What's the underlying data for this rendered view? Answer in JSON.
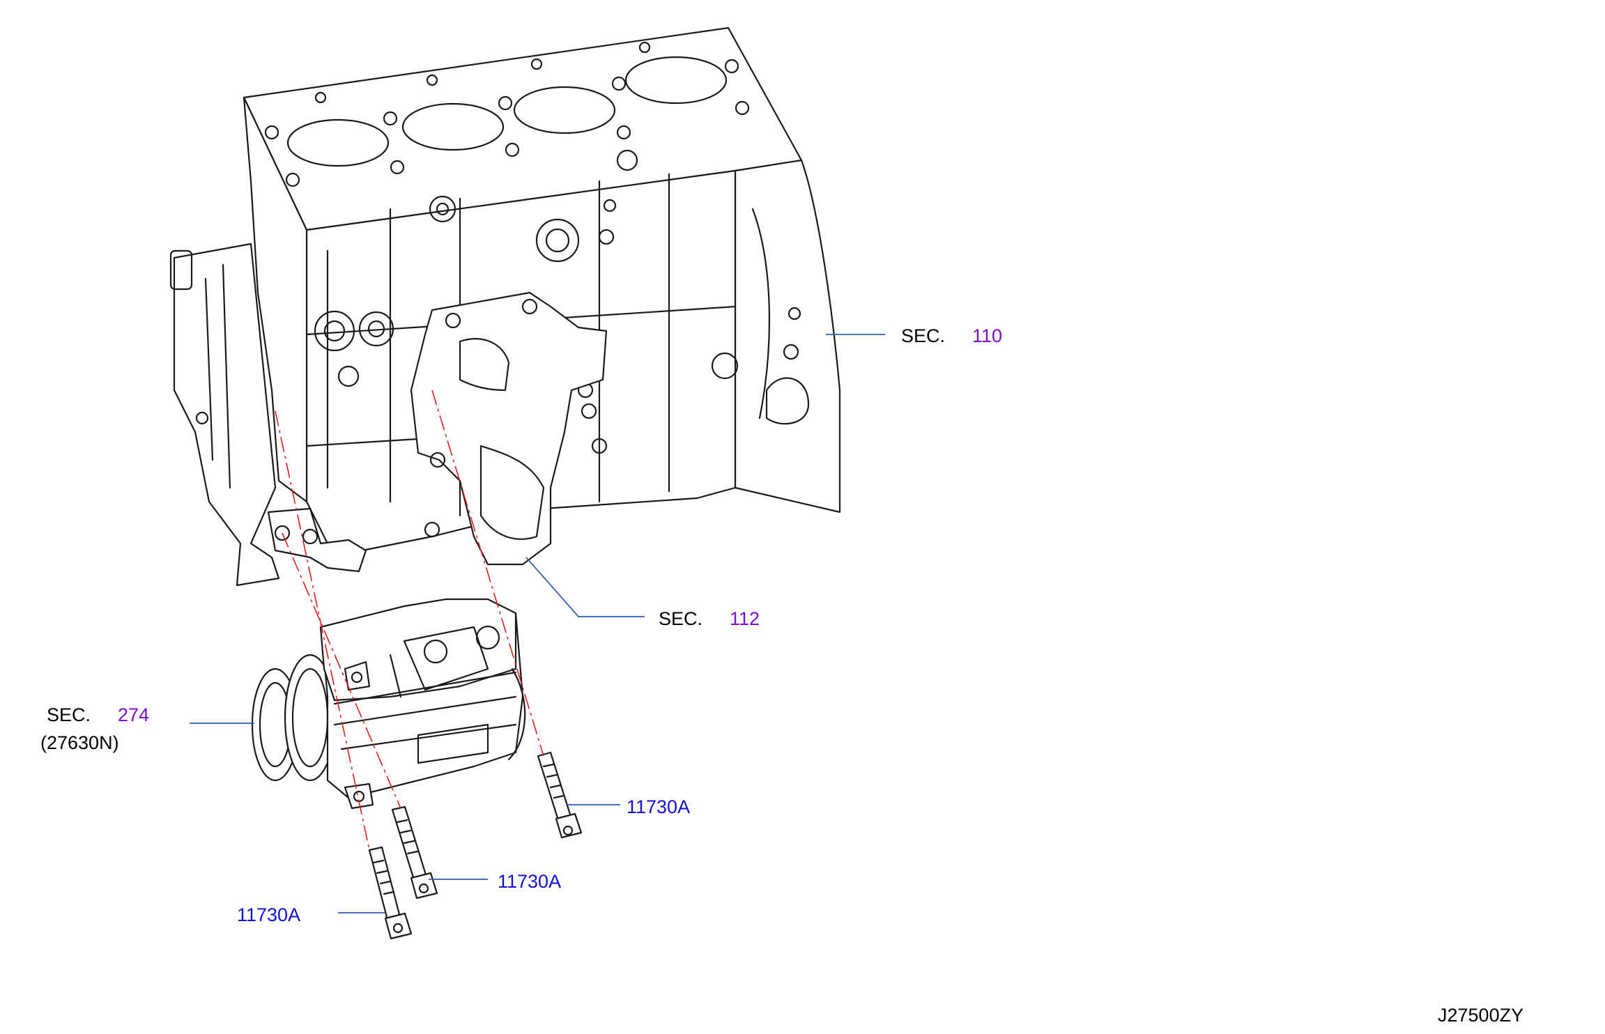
{
  "diagram_code": "J27500ZY",
  "callouts": {
    "block": {
      "prefix": "SEC.",
      "number": "110"
    },
    "bracket": {
      "prefix": "SEC.",
      "number": "112"
    },
    "compressor": {
      "prefix": "SEC.",
      "number": "274",
      "part_no": "(27630N)"
    },
    "bolt_right": {
      "part_no": "11730A"
    },
    "bolt_middle": {
      "part_no": "11730A"
    },
    "bolt_left": {
      "part_no": "11730A"
    }
  },
  "colors": {
    "section_number": "#7a0dd6",
    "part_number": "#1010d8",
    "leader_line": "#2f5fb0",
    "center_line": "#e02020",
    "outline": "#1a1a1a"
  }
}
